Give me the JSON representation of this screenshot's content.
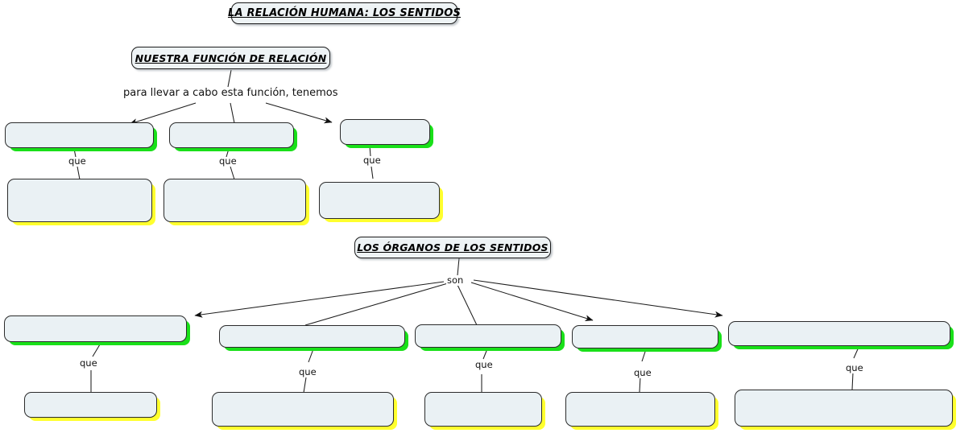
{
  "diagram": {
    "kind": "concept-map",
    "language": "es",
    "palette": {
      "box_fill": "#eaf1f4",
      "box_border": "#2b2b2b",
      "shadow_green": "#19e019",
      "shadow_yellow": "#ffff2e",
      "title_fill": "#eef3f5",
      "text": "#000000",
      "canvas": "#ffffff"
    },
    "titles": [
      {
        "id": "t1",
        "label": "LA RELACIÓN HUMANA: LOS SENTIDOS"
      },
      {
        "id": "t2",
        "label": "NUESTRA FUNCIÓN DE RELACIÓN"
      },
      {
        "id": "t3",
        "label": "LOS ÓRGANOS DE LOS SENTIDOS"
      }
    ],
    "connector_labels": {
      "phrase": "para llevar a cabo esta función, tenemos",
      "son": "son",
      "que": "que"
    },
    "upper_group": {
      "link_phrase": "para llevar a cabo esta función, tenemos",
      "answer_boxes": [
        {
          "id": "u1",
          "value": "",
          "shadow": "green"
        },
        {
          "id": "u2",
          "value": "",
          "shadow": "green"
        },
        {
          "id": "u3",
          "value": "",
          "shadow": "green"
        }
      ],
      "detail_boxes": [
        {
          "id": "u1d",
          "value": "",
          "shadow": "yellow",
          "link": "que"
        },
        {
          "id": "u2d",
          "value": "",
          "shadow": "yellow",
          "link": "que"
        },
        {
          "id": "u3d",
          "value": "",
          "shadow": "yellow",
          "link": "que"
        }
      ]
    },
    "lower_group": {
      "link_word": "son",
      "answer_boxes": [
        {
          "id": "l1",
          "value": "",
          "shadow": "green"
        },
        {
          "id": "l2",
          "value": "",
          "shadow": "green"
        },
        {
          "id": "l3",
          "value": "",
          "shadow": "green"
        },
        {
          "id": "l4",
          "value": "",
          "shadow": "green"
        },
        {
          "id": "l5",
          "value": "",
          "shadow": "green"
        }
      ],
      "detail_boxes": [
        {
          "id": "l1d",
          "value": "",
          "shadow": "yellow",
          "link": "que"
        },
        {
          "id": "l2d",
          "value": "",
          "shadow": "yellow",
          "link": "que"
        },
        {
          "id": "l3d",
          "value": "",
          "shadow": "yellow",
          "link": "que"
        },
        {
          "id": "l4d",
          "value": "",
          "shadow": "yellow",
          "link": "que"
        },
        {
          "id": "l5d",
          "value": "",
          "shadow": "yellow",
          "link": "que"
        }
      ]
    }
  }
}
